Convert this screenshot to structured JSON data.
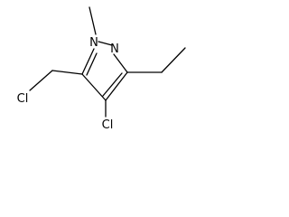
{
  "molecule": {
    "atoms": {
      "n1": "N",
      "n2": "N",
      "cl_ring": "Cl",
      "cl_side": "Cl"
    },
    "colors": {
      "bond": "#000000",
      "label": "#000000",
      "background": "#ffffff"
    }
  }
}
